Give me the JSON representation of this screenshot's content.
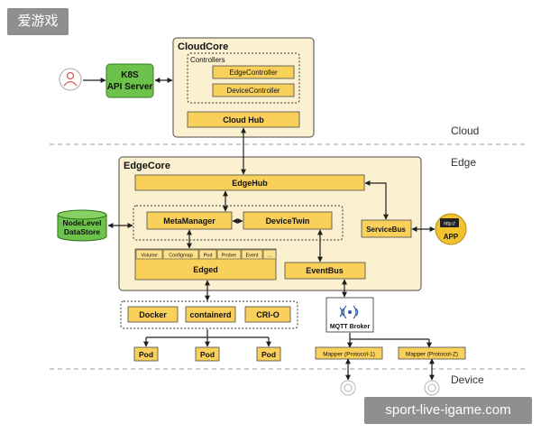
{
  "watermark_top": "爱游戏",
  "watermark_bottom": "sport-live-igame.com",
  "cloudcore": {
    "title": "CloudCore",
    "controllers_title": "Controllers",
    "edge_controller": "EdgeController",
    "device_controller": "DeviceController",
    "cloud_hub": "Cloud Hub"
  },
  "k8s": {
    "line1": "K8S",
    "line2": "API Server"
  },
  "layers": {
    "cloud": "Cloud",
    "edge": "Edge",
    "device": "Device"
  },
  "edgecore": {
    "title": "EdgeCore",
    "edgehub": "EdgeHub",
    "metamanager": "MetaManager",
    "devicetwin": "DeviceTwin",
    "edged": "Edged",
    "edged_tabs": [
      "Volume",
      "Configmap",
      "Pod",
      "Prober",
      "Event",
      "..."
    ],
    "eventbus": "EventBus",
    "servicebus": "ServiceBus"
  },
  "datastore": {
    "line1": "NodeLevel",
    "line2": "DataStore"
  },
  "app": {
    "label": "APP",
    "badge": "http://"
  },
  "runtimes": [
    "Docker",
    "containerd",
    "CRI-O"
  ],
  "pods": [
    "Pod",
    "Pod",
    "Pod"
  ],
  "mqtt": {
    "label": "MQTT Broker"
  },
  "mappers": [
    "Mapper (Protocol-1)",
    "Mapper (Protocol-Z)"
  ],
  "colors": {
    "panel": "#fbf0cf",
    "box": "#f8d05a",
    "k8s": "#6cc24a",
    "app": "#f2c32c",
    "border": "#4a4a4a",
    "arrow": "#1f1f1f"
  }
}
